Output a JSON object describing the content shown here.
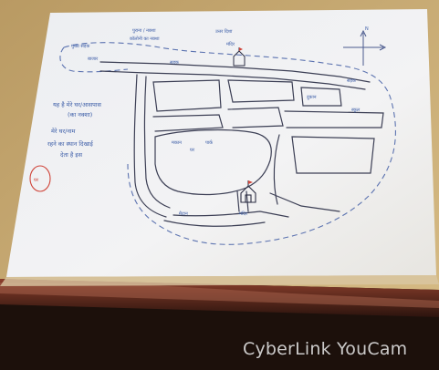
{
  "map": {
    "title_line1": "पुराना / नक्शा",
    "title_line2": "कॉलोनी का नक्शा",
    "title_right": "उत्तर दिशा",
    "top_left_label": "मुख्य सड़क",
    "top_left_label2": "बाजार",
    "road_label": "सड़क",
    "temple_top_label": "मंदिर",
    "center_label1": "मकान",
    "center_label2": "घर",
    "center_label3": "पार्क",
    "right_label1": "दुकान",
    "right_label2": "स्कूल",
    "right_label3": "सड़क",
    "temple_label": "मंदिर",
    "bottom_label": "मैदान",
    "left_note_line1": "यह है मेरे घर/आसपास",
    "left_note_line2": "(का नक्शा)",
    "left_note_line3": "मेरे घर/नाम",
    "left_note_line4": "रहने का स्थान दिखाई",
    "left_note_line5": "देता है इस",
    "circled_note": "घर",
    "compass_north": "N"
  },
  "watermark": {
    "text": "CyberLink YouCam"
  }
}
